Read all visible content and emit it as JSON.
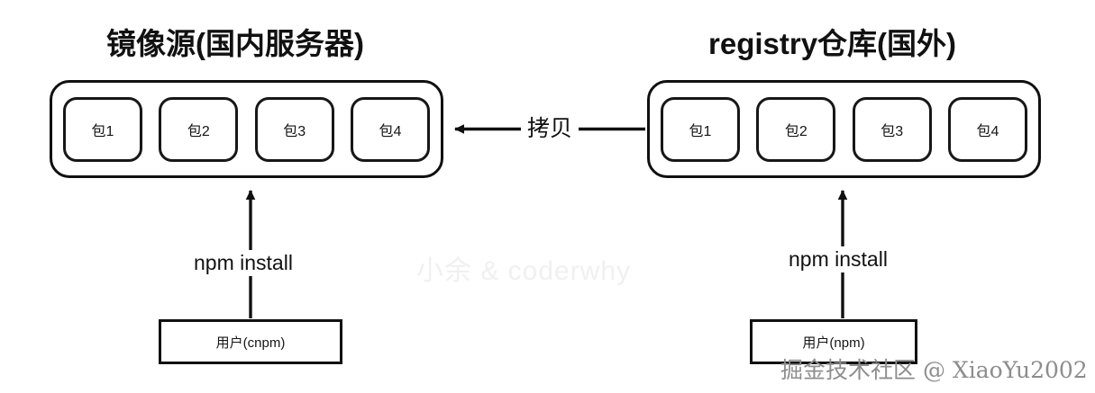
{
  "diagram": {
    "title_left": "镜像源(国内服务器)",
    "title_right": "registry仓库(国外)",
    "groups": {
      "mirror": {
        "label": "镜像源(国内服务器)",
        "packages": [
          {
            "label": "包1"
          },
          {
            "label": "包2"
          },
          {
            "label": "包3"
          },
          {
            "label": "包4"
          }
        ]
      },
      "registry": {
        "label": "registry仓库(国外)",
        "packages": [
          {
            "label": "包1"
          },
          {
            "label": "包2"
          },
          {
            "label": "包3"
          },
          {
            "label": "包4"
          }
        ]
      }
    },
    "users": {
      "cnpm": "用户(cnpm)",
      "npm": "用户(npm)"
    },
    "edges": {
      "copy": "拷贝",
      "install_left": "npm install",
      "install_right": "npm install"
    },
    "watermarks": {
      "center": "小余 & coderwhy",
      "bottom": "掘金技术社区 @ XiaoYu2002"
    },
    "colors": {
      "stroke": "#111111",
      "background": "#ffffff",
      "watermark_center": "#f0f0f0",
      "watermark_bottom": "#8d8d8d"
    }
  }
}
